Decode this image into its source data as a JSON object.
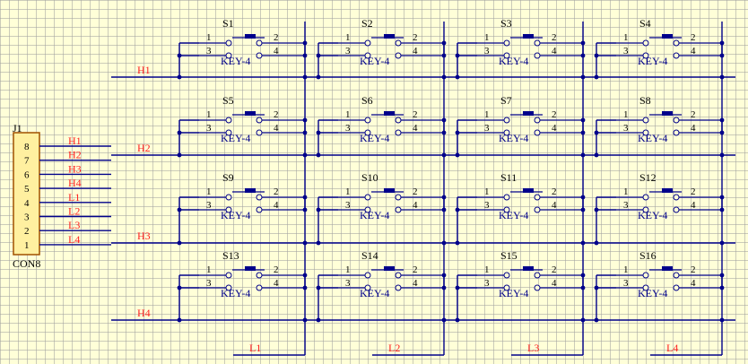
{
  "colors": {
    "background": "#FFFFD8",
    "wire": "#00008B",
    "net_label": "#FF2020",
    "text": "#000000",
    "connector_fill": "#FFF0A0",
    "connector_border": "#A05000"
  },
  "connector": {
    "designator": "J1",
    "part": "CON8",
    "pins": [
      "8",
      "7",
      "6",
      "5",
      "4",
      "3",
      "2",
      "1"
    ],
    "nets": [
      "H1",
      "H2",
      "H3",
      "H4",
      "L1",
      "L2",
      "L3",
      "L4"
    ]
  },
  "rows": [
    "H1",
    "H2",
    "H3",
    "H4"
  ],
  "cols": [
    "L1",
    "L2",
    "L3",
    "L4"
  ],
  "switch_part": "KEY-4",
  "pin_numbers": {
    "p1": "1",
    "p2": "2",
    "p3": "3",
    "p4": "4"
  },
  "switches": [
    "S1",
    "S2",
    "S3",
    "S4",
    "S5",
    "S6",
    "S7",
    "S8",
    "S9",
    "S10",
    "S11",
    "S12",
    "S13",
    "S14",
    "S15",
    "S16"
  ]
}
